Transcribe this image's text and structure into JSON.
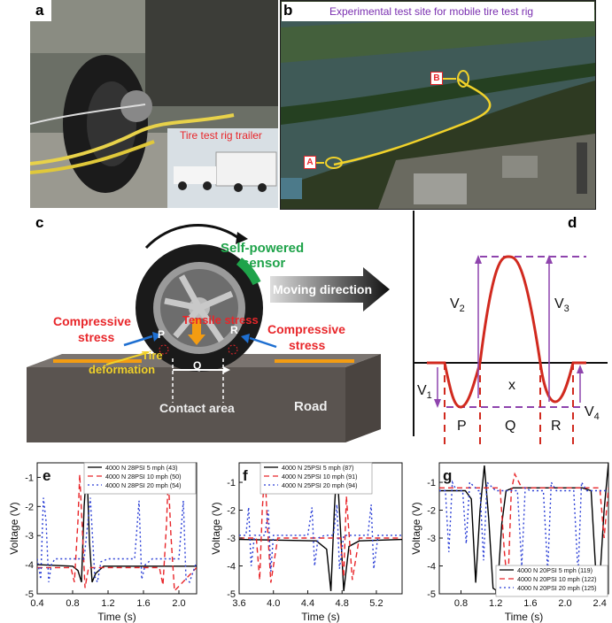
{
  "panels": {
    "a": {
      "letter": "a",
      "caption": "Tire test rig trailer"
    },
    "b": {
      "letter": "b",
      "title": "Experimental test site for mobile tire test rig",
      "marker_a": "A",
      "marker_b": "B"
    },
    "c": {
      "letter": "c",
      "labels": {
        "self_powered": "Self-powered",
        "sensor": "sensor",
        "moving_direction": "Moving direction",
        "tensile_stress": "Tensile stress",
        "compressive_left_1": "Compressive",
        "compressive_left_2": "stress",
        "compressive_right_1": "Compressive",
        "compressive_right_2": "stress",
        "tire_1": "Tire",
        "tire_2": "deformation",
        "p": "P",
        "q": "Q",
        "r": "R",
        "contact_area": "Contact area",
        "road": "Road"
      }
    },
    "d": {
      "letter": "d",
      "labels": {
        "v1": "V1",
        "v2": "V2",
        "v3": "V3",
        "v4": "V4",
        "x": "x",
        "p": "P",
        "q": "Q",
        "r": "R"
      }
    }
  },
  "chart_data": [
    {
      "id": "e",
      "letter": "e",
      "type": "line",
      "xlabel": "Time (s)",
      "ylabel": "Voltage (V)",
      "xlim": [
        0.4,
        2.2
      ],
      "ylim": [
        -5,
        -0.5
      ],
      "xticks": [
        "0.4",
        "0.8",
        "1.2",
        "1.6",
        "2.0"
      ],
      "xtick_values": [
        0.4,
        0.8,
        1.2,
        1.6,
        2.0
      ],
      "yticks": [
        "-5",
        "-4",
        "-3",
        "-2",
        "-1"
      ],
      "ytick_values": [
        -5,
        -4,
        -3,
        -2,
        -1
      ],
      "series": [
        {
          "name": "4000 N 28PSI 5 mph (43)",
          "color": "#000000",
          "dash": "",
          "x": [
            0.4,
            0.8,
            0.86,
            0.9,
            0.93,
            0.96,
            0.99,
            1.02,
            1.06,
            1.15,
            1.6,
            2.2
          ],
          "y": [
            -4.0,
            -4.05,
            -4.2,
            -4.6,
            -2.0,
            -0.6,
            -3.2,
            -4.6,
            -4.3,
            -4.05,
            -4.05,
            -4.05
          ]
        },
        {
          "name": "4000 N 28PSI 10 mph (50)",
          "color": "#e8262a",
          "dash": "6,4",
          "x": [
            0.4,
            0.78,
            0.82,
            0.86,
            0.88,
            0.91,
            0.94,
            0.98,
            1.2,
            1.78,
            1.82,
            1.86,
            1.88,
            1.91,
            1.95,
            2.2
          ],
          "y": [
            -4.1,
            -4.1,
            -4.6,
            -2.5,
            -0.9,
            -2.8,
            -4.8,
            -4.1,
            -4.1,
            -4.1,
            -4.7,
            -2.6,
            -1.0,
            -3.0,
            -4.9,
            -4.1
          ]
        },
        {
          "name": "4000 N 28PSI 20 mph (54)",
          "color": "#2b3fd6",
          "dash": "2,3",
          "x": [
            0.4,
            0.44,
            0.47,
            0.5,
            0.53,
            0.56,
            0.6,
            0.93,
            1.0,
            1.05,
            1.08,
            1.12,
            1.2,
            1.5,
            1.55,
            1.58,
            1.62,
            1.7,
            2.0,
            2.05,
            2.08,
            2.12,
            2.2
          ],
          "y": [
            -3.8,
            -4.5,
            -1.7,
            -2.5,
            -4.6,
            -4.0,
            -3.8,
            -3.8,
            -1.7,
            -4.4,
            -4.6,
            -3.9,
            -3.8,
            -3.8,
            -1.8,
            -4.5,
            -4.0,
            -3.8,
            -3.8,
            -1.8,
            -4.5,
            -4.6,
            -3.9
          ]
        }
      ]
    },
    {
      "id": "f",
      "letter": "f",
      "type": "line",
      "xlabel": "Time (s)",
      "ylabel": "Voltage (V)",
      "xlim": [
        3.6,
        5.5
      ],
      "ylim": [
        -5,
        -0.3
      ],
      "xticks": [
        "3.6",
        "4.0",
        "4.4",
        "4.8",
        "5.2"
      ],
      "xtick_values": [
        3.6,
        4.0,
        4.4,
        4.8,
        5.2
      ],
      "yticks": [
        "-5",
        "-4",
        "-3",
        "-2",
        "-1"
      ],
      "ytick_values": [
        -5,
        -4,
        -3,
        -2,
        -1
      ],
      "series": [
        {
          "name": "4000 N 25PSI 5 mph (87)",
          "color": "#000000",
          "dash": "",
          "x": [
            3.6,
            4.5,
            4.62,
            4.67,
            4.71,
            4.74,
            4.78,
            4.82,
            4.88,
            5.0,
            5.5
          ],
          "y": [
            -3.05,
            -3.1,
            -3.4,
            -4.9,
            -2.0,
            -0.4,
            -2.6,
            -4.9,
            -3.3,
            -3.1,
            -3.05
          ]
        },
        {
          "name": "4000 N 25PSI 10 mph (91)",
          "color": "#e8262a",
          "dash": "6,4",
          "x": [
            3.6,
            3.8,
            3.84,
            3.87,
            3.9,
            3.93,
            3.97,
            4.05,
            4.6,
            4.78,
            4.82,
            4.85,
            4.88,
            4.92,
            5.0,
            5.5
          ],
          "y": [
            -3.0,
            -3.0,
            -4.5,
            -2.0,
            -0.5,
            -2.6,
            -4.6,
            -3.0,
            -3.0,
            -3.0,
            -4.4,
            -1.5,
            -2.8,
            -4.5,
            -3.0,
            -3.0
          ]
        },
        {
          "name": "4000 N 25PSI 20 mph (94)",
          "color": "#2b3fd6",
          "dash": "2,3",
          "x": [
            3.6,
            3.68,
            3.71,
            3.74,
            3.78,
            3.9,
            3.94,
            3.97,
            4.0,
            4.1,
            4.4,
            4.45,
            4.48,
            4.52,
            4.6,
            4.7,
            4.74,
            4.77,
            4.82,
            5.1,
            5.14,
            5.17,
            5.22,
            5.5
          ],
          "y": [
            -2.9,
            -2.9,
            -1.9,
            -4.0,
            -2.9,
            -2.9,
            -2.0,
            -4.2,
            -2.9,
            -2.9,
            -2.9,
            -1.9,
            -4.0,
            -3.0,
            -2.9,
            -2.9,
            -1.8,
            -4.1,
            -2.9,
            -2.9,
            -1.8,
            -4.1,
            -2.9,
            -2.9
          ]
        }
      ]
    },
    {
      "id": "g",
      "letter": "g",
      "type": "line",
      "xlabel": "Time (s)",
      "ylabel": "Voltage (V)",
      "xlim": [
        0.55,
        2.5
      ],
      "ylim": [
        -5,
        -0.3
      ],
      "xticks": [
        "0.8",
        "1.2",
        "1.6",
        "2.0",
        "2.4"
      ],
      "xtick_values": [
        0.8,
        1.2,
        1.6,
        2.0,
        2.4
      ],
      "yticks": [
        "-5",
        "-4",
        "-3",
        "-2",
        "-1"
      ],
      "ytick_values": [
        -5,
        -4,
        -3,
        -2,
        -1
      ],
      "series": [
        {
          "name": "4000 N 20PSI 5 mph (119)",
          "color": "#000000",
          "dash": "",
          "x": [
            0.55,
            0.85,
            0.92,
            0.97,
            1.02,
            1.07,
            1.12,
            1.17,
            1.22,
            1.27,
            1.32,
            1.4,
            1.6,
            2.2,
            2.3,
            2.35,
            2.4,
            2.45,
            2.5
          ],
          "y": [
            -1.3,
            -1.3,
            -1.6,
            -4.6,
            -2.0,
            -0.4,
            -2.3,
            -4.8,
            -4.9,
            -2.5,
            -1.3,
            -1.2,
            -1.2,
            -1.2,
            -1.3,
            -4.0,
            -4.5,
            -2.0,
            -0.3
          ]
        },
        {
          "name": "4000 N 20PSI 10 mph (122)",
          "color": "#e8262a",
          "dash": "6,4",
          "x": [
            0.55,
            1.25,
            1.3,
            1.34,
            1.38,
            1.42,
            1.5,
            2.0,
            2.4,
            2.45,
            2.5
          ],
          "y": [
            -1.2,
            -1.2,
            -3.5,
            -4.8,
            -1.3,
            -0.7,
            -1.2,
            -1.2,
            -1.2,
            -3.0,
            -1.2
          ]
        },
        {
          "name": "4000 N 20PSI 20 mph (125)",
          "color": "#2b3fd6",
          "dash": "2,3",
          "x": [
            0.55,
            0.62,
            0.66,
            0.7,
            0.75,
            0.82,
            0.86,
            0.9,
            1.0,
            1.02,
            1.06,
            1.1,
            1.2,
            1.45,
            1.5,
            1.54,
            1.6,
            1.75,
            1.8,
            1.84,
            1.9,
            2.1,
            2.15,
            2.19,
            2.25,
            2.5
          ],
          "y": [
            -1.3,
            -1.3,
            -3.5,
            -1.0,
            -1.3,
            -1.3,
            -3.2,
            -1.0,
            -1.3,
            -1.3,
            -3.8,
            -1.0,
            -1.3,
            -1.3,
            -4.0,
            -1.2,
            -1.3,
            -1.3,
            -4.2,
            -1.0,
            -1.3,
            -1.3,
            -4.3,
            -1.0,
            -1.3,
            -1.3
          ]
        }
      ]
    }
  ]
}
